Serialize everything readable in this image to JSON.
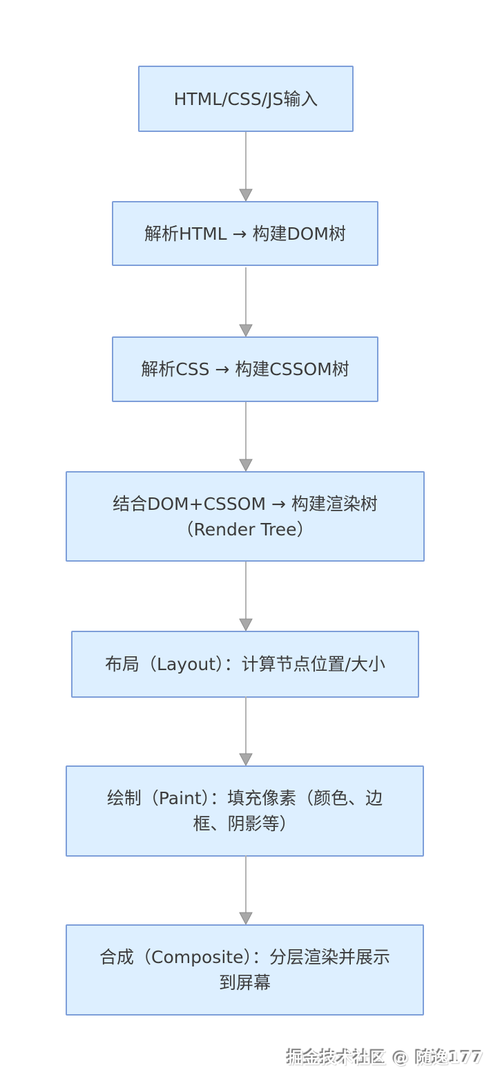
{
  "diagram": {
    "type": "flowchart",
    "direction": "top-down",
    "nodes": [
      {
        "id": "input",
        "lines": [
          "HTML/CSS/JS输入"
        ]
      },
      {
        "id": "parse-html",
        "lines": [
          "解析HTML → 构建DOM树"
        ]
      },
      {
        "id": "parse-css",
        "lines": [
          "解析CSS → 构建CSSOM树"
        ]
      },
      {
        "id": "build-render-tree",
        "lines": [
          "结合DOM+CSSOM → 构建渲染树",
          "（Render Tree）"
        ]
      },
      {
        "id": "layout",
        "lines": [
          "布局（Layout）：计算节点位置/大小"
        ]
      },
      {
        "id": "paint",
        "lines": [
          "绘制（Paint）：填充像素（颜色、边",
          "框、阴影等）"
        ]
      },
      {
        "id": "composite",
        "lines": [
          "合成（Composite）：分层渲染并展示",
          "到屏幕"
        ]
      }
    ],
    "edges": [
      {
        "from": "input",
        "to": "parse-html"
      },
      {
        "from": "parse-html",
        "to": "parse-css"
      },
      {
        "from": "parse-css",
        "to": "build-render-tree"
      },
      {
        "from": "build-render-tree",
        "to": "layout"
      },
      {
        "from": "layout",
        "to": "paint"
      },
      {
        "from": "paint",
        "to": "composite"
      }
    ],
    "colors": {
      "background": "#ffffff",
      "node_fill": "#ddefff",
      "node_border": "#7d9ed9",
      "node_text": "#3b3b3b",
      "arrow_line": "#b3b3b3",
      "arrow_head_fill": "#a8a8a8",
      "arrow_head_stroke": "#8a8a8a",
      "watermark_text": "#ffffff",
      "watermark_shadow": "#8a8a8a"
    },
    "watermark": "掘金技术社区 @ 随逸177"
  }
}
